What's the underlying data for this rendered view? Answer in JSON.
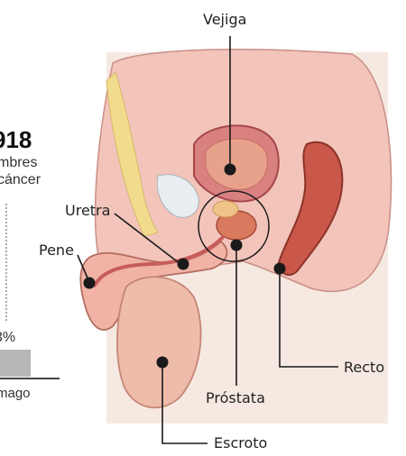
{
  "labels": {
    "vejiga": "Vejiga",
    "uretra": "Uretra",
    "pene": "Pene",
    "prostata": "Próstata",
    "recto": "Recto",
    "escroto": "Escroto"
  },
  "side_graphic": {
    "number": "918",
    "line1": "mbres",
    "line2": "cáncer",
    "percent": "3%",
    "category": "mago"
  },
  "colors": {
    "tissue": "#f2c4ba",
    "bladder": "#d98080",
    "organ_dark": "#b84a4a",
    "fat": "#f1dc8e",
    "marker": "#1a1a1a"
  }
}
